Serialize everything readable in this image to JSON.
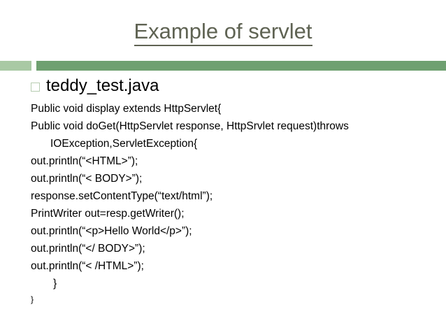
{
  "slide": {
    "title": "Example of servlet",
    "accent_color": "#6fa071",
    "accent_light_color": "#a9c9a4",
    "title_color": "#5f6353",
    "bullet": {
      "icon": "hollow-square-bullet",
      "label": "teddy_test.java"
    },
    "code_lines": [
      {
        "text": "Public void display extends HttpServlet{",
        "style": "normal"
      },
      {
        "text": "Public void doGet(HttpServlet response, HttpSrvlet request)throws",
        "style": "normal"
      },
      {
        "text": "IOException,ServletException{",
        "style": "indent-1"
      },
      {
        "text": "out.println(“<HTML>”);",
        "style": "normal"
      },
      {
        "text": "out.println(“< BODY>”);",
        "style": "normal"
      },
      {
        "text": "response.setContentType(“text/html”);",
        "style": "normal"
      },
      {
        "text": "PrintWriter out=resp.getWriter();",
        "style": "normal"
      },
      {
        "text": "out.println(“<p>Hello World</p>”);",
        "style": "normal"
      },
      {
        "text": "out.println(“</ BODY>”);",
        "style": "normal"
      },
      {
        "text": "out.println(“< /HTML>”);",
        "style": "normal"
      },
      {
        "text": "}",
        "style": "indent-brace"
      },
      {
        "text": "}",
        "style": "small"
      }
    ]
  }
}
